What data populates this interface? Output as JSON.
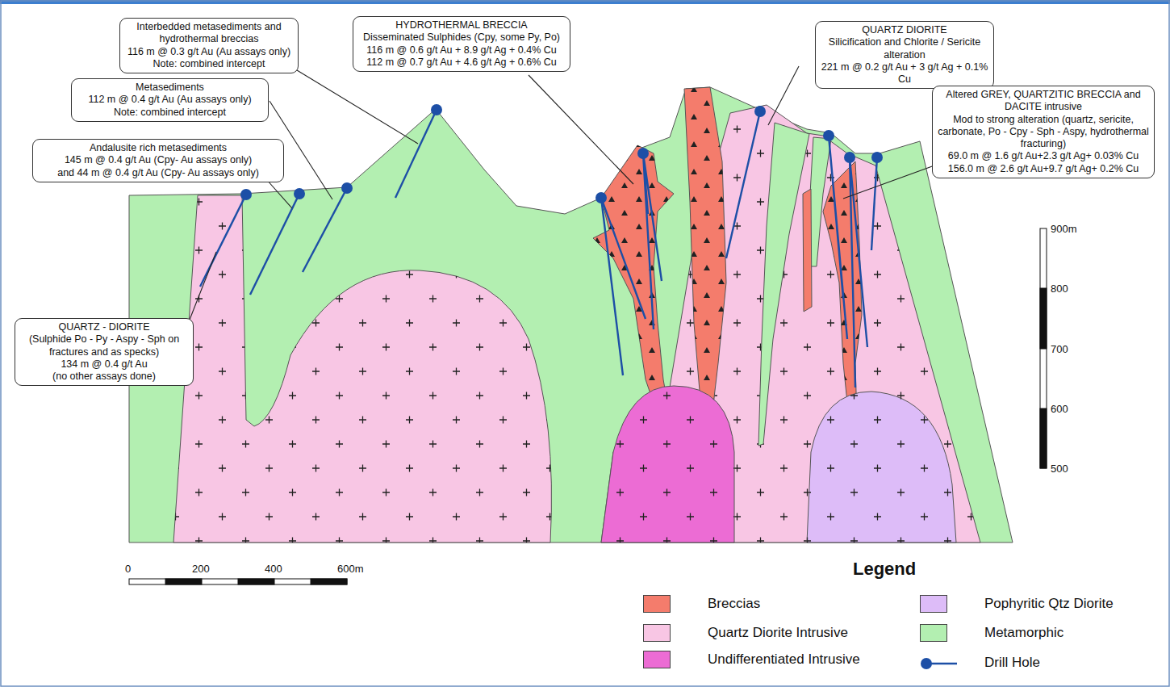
{
  "diagram": {
    "nodes": [
      {
        "text": [
          "Interbedded metasediments and hydrothermal breccias",
          "116 m @ 0.3 g/t Au (Au assays only)",
          "Note: combined intercept"
        ]
      },
      {
        "text": [
          "Metasediments",
          "112 m @ 0.4 g/t Au (Au assays only)",
          "Note: combined intercept"
        ]
      },
      {
        "text": [
          "Andalusite rich metasediments",
          "145 m @ 0.4 g/t Au (Cpy- Au assays only)",
          "and 44 m @ 0.4 g/t Au (Cpy- Au assays only)"
        ]
      },
      {
        "text": [
          "QUARTZ - DIORITE",
          "(Sulphide Po - Py - Aspy - Sph on fractures and as specks)",
          "134 m @ 0.4 g/t Au",
          "(no other assays done)"
        ]
      },
      {
        "text": [
          "HYDROTHERMAL BRECCIA",
          "Disseminated Sulphides (Cpy, some Py, Po)",
          "116 m @ 0.6 g/t Au + 8.9 g/t Ag + 0.4% Cu",
          "112 m @ 0.7 g/t Au + 4.6 g/t Ag + 0.6% Cu"
        ]
      },
      {
        "text": [
          "QUARTZ DIORITE",
          "Silicification and Chlorite / Sericite alteration",
          "221 m @ 0.2 g/t Au + 3 g/t Ag + 0.1% Cu"
        ]
      },
      {
        "text": [
          "Altered GREY, QUARTZITIC BRECCIA and DACITE intrusive",
          "Mod to strong alteration (quartz, sericite, carbonate, Po - Cpy - Sph - Aspy, hydrothermal fracturing)",
          "69.0 m @ 1.6 g/t Au+2.3 g/t Ag+ 0.03% Cu",
          "156.0 m @ 2.6 g/t Au+9.7 g/t Ag+ 0.2% Cu"
        ]
      }
    ],
    "labels": [
      "900m",
      "800",
      "700",
      "600",
      "500",
      "0",
      "200",
      "400",
      "600m",
      "Legend"
    ],
    "legend": [
      {
        "text": "Breccias",
        "color": "#f47c6c"
      },
      {
        "text": "Quartz Diorite Intrusive",
        "color": "#f8c6e4"
      },
      {
        "text": "Undifferentiated Intrusive",
        "color": "#ec6cd4"
      },
      {
        "text": "Pophyritic Qtz Diorite",
        "color": "#ddbcf8"
      },
      {
        "text": "Metamorphic",
        "color": "#b3efb1"
      },
      {
        "text": "Drill Hole"
      }
    ]
  }
}
